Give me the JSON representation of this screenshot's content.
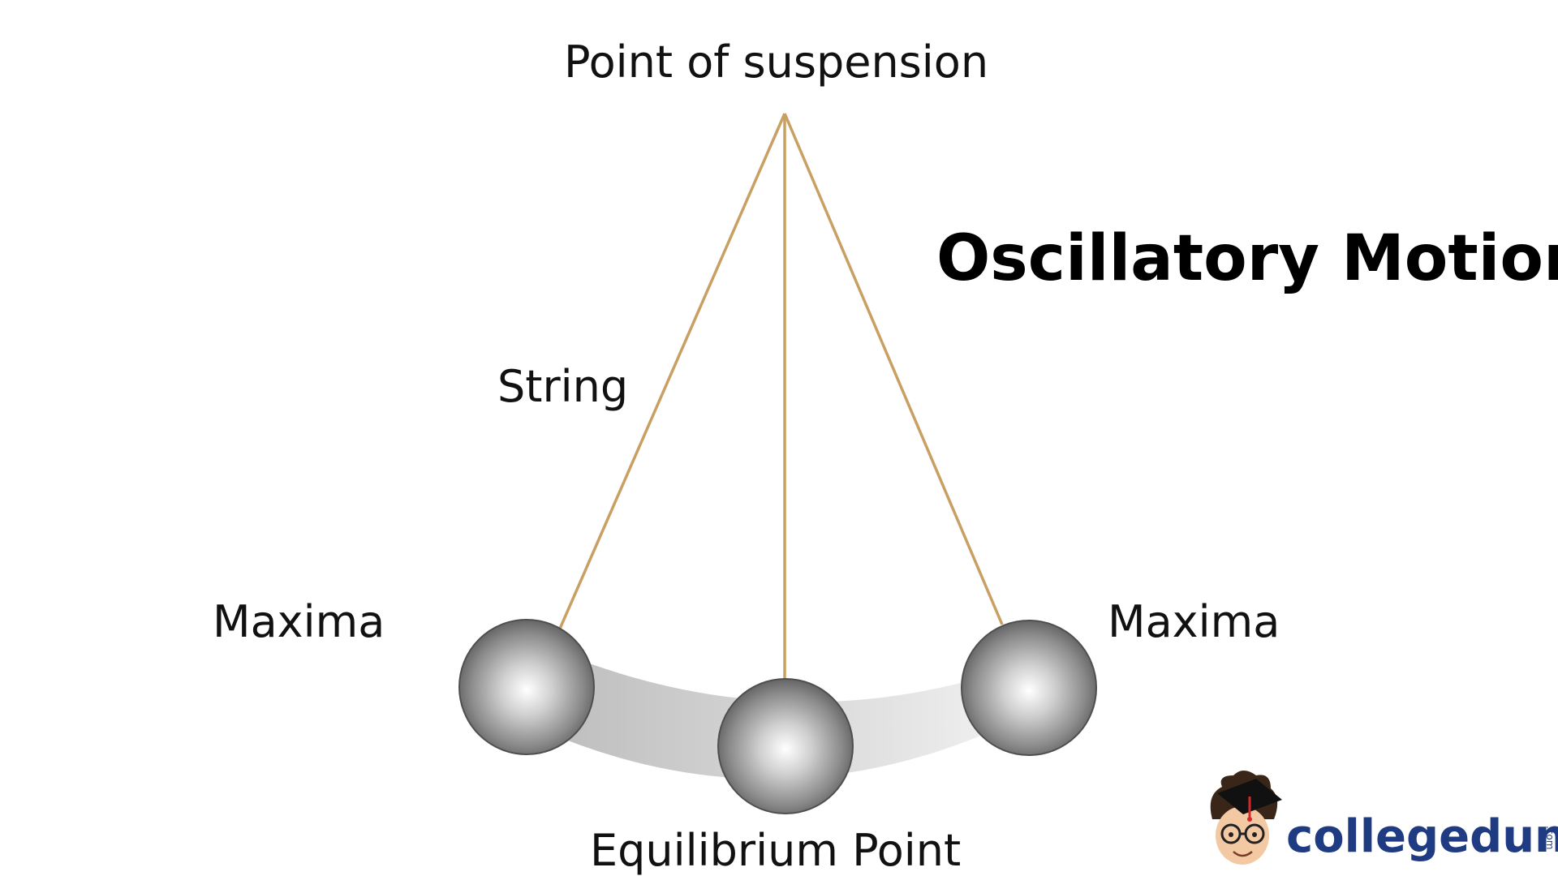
{
  "diagram": {
    "title": "Oscillatory Motion",
    "labels": {
      "suspension": "Point of suspension",
      "string": "String",
      "maxima_left": "Maxima",
      "maxima_right": "Maxima",
      "equilibrium": "Equilibrium Point"
    }
  },
  "brand": {
    "name": "collegedunia",
    "suffix": ".com"
  },
  "colors": {
    "string": "#c9a063",
    "bob_light": "#ffffff",
    "bob_mid": "#a8a8a8",
    "bob_dark": "#555555",
    "trail": "#bdbdbd",
    "brand_blue": "#1f3b82"
  }
}
